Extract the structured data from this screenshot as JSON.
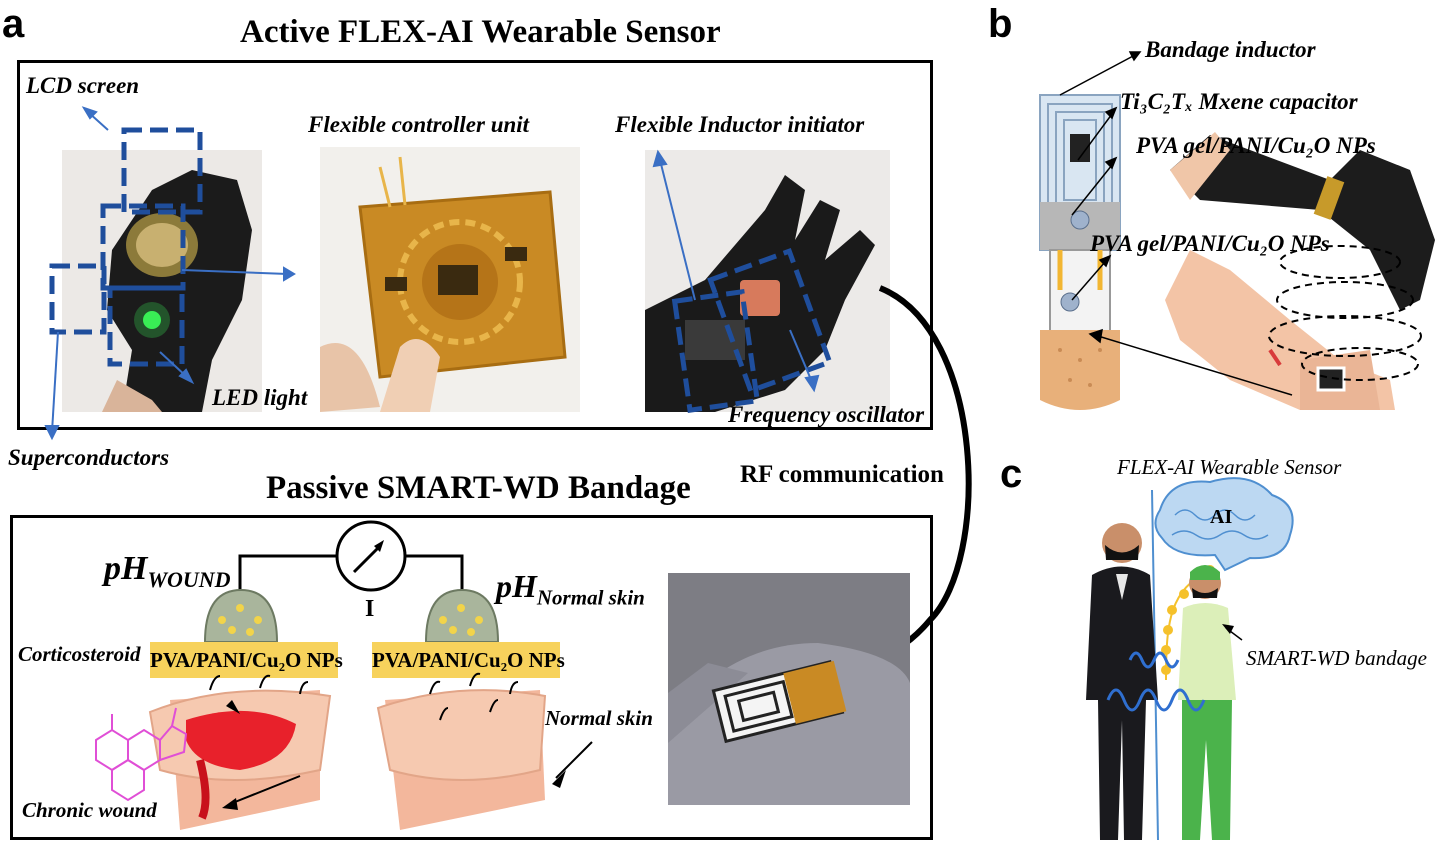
{
  "panels": {
    "a": "a",
    "b": "b",
    "c": "c"
  },
  "panel_a": {
    "active_title": "Active FLEX-AI Wearable Sensor",
    "passive_title": "Passive SMART-WD Bandage",
    "labels": {
      "lcd_screen": "LCD screen",
      "flexible_controller_unit": "Flexible controller unit",
      "flexible_inductor_initiator": "Flexible Inductor initiator",
      "led_light": "LED light",
      "superconductors": "Superconductors",
      "frequency_oscillator": "Frequency oscillator",
      "rf_communication": "RF communication"
    },
    "bandage": {
      "ph_wound_main": "pH",
      "ph_wound_sub": "WOUND",
      "ph_normal_main": "pH",
      "ph_normal_sub": "Normal skin",
      "current_symbol": "I",
      "electrode_left": "PVA/PANI/Cu₂O NPs",
      "electrode_right": "PVA/PANI/Cu₂O NPs",
      "corticosteroid": "Corticosteroid",
      "normal_skin": "Normal skin",
      "chronic_wound": "Chronic wound"
    }
  },
  "panel_b": {
    "bandage_inductor": "Bandage inductor",
    "mxene_capacitor": "Ti₃C₂Tₓ Mxene capacitor",
    "pva_top": "PVA gel/PANI/Cu₂O NPs",
    "pva_bottom": "PVA gel/PANI/Cu₂O NPs"
  },
  "panel_c": {
    "flex_ai_sensor": "FLEX-AI Wearable Sensor",
    "ai": "AI",
    "smart_wd_bandage": "SMART-WD bandage"
  },
  "colors": {
    "dashed_box": "#1f4e9c",
    "arrow_blue": "#3a6fc4",
    "electrode_yellow": "#f7d25c",
    "skin": "#f6c9b0",
    "wound_red": "#e8212b",
    "flex_pcb": "#c98a24",
    "glove": "#1a1a1a",
    "brain_blue": "#7fb8e8",
    "molecule_pink": "#e04fd6"
  }
}
